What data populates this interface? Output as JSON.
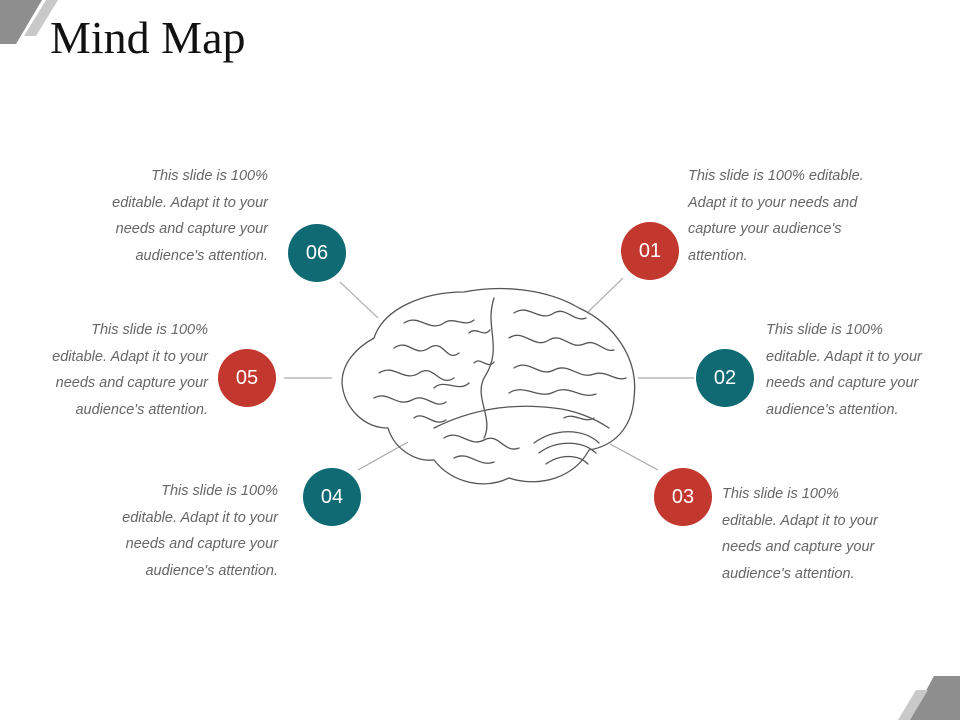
{
  "title": "Mind Map",
  "colors": {
    "teal": "#0F6A73",
    "red": "#C2382F",
    "text": "#666666",
    "line": "#AAAAAA",
    "corner": "#8E8E8E"
  },
  "center_icon": "brain-icon",
  "nodes": [
    {
      "id": "06",
      "label": "06",
      "color": "teal",
      "text": "This slide is 100% editable. Adapt it to your needs and capture your audience's attention."
    },
    {
      "id": "05",
      "label": "05",
      "color": "red",
      "text": "This slide is 100% editable. Adapt it to your needs and capture your audience's attention."
    },
    {
      "id": "04",
      "label": "04",
      "color": "teal",
      "text": "This slide is 100% editable. Adapt it to your needs and capture your audience's attention."
    },
    {
      "id": "01",
      "label": "01",
      "color": "red",
      "text": "This slide is 100% editable. Adapt it to your needs and capture your audience's attention."
    },
    {
      "id": "02",
      "label": "02",
      "color": "teal",
      "text": "This slide is 100% editable. Adapt it to your needs and capture your audience's attention."
    },
    {
      "id": "03",
      "label": "03",
      "color": "red",
      "text": "This slide is 100% editable. Adapt it to your needs and capture your audience's attention."
    }
  ]
}
